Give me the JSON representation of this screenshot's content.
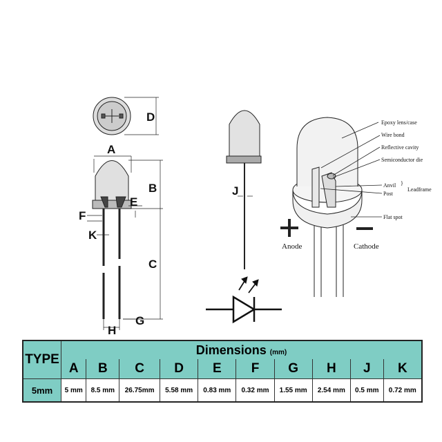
{
  "diagram": {
    "dimension_letters": {
      "A": "A",
      "B": "B",
      "C": "C",
      "D": "D",
      "E": "E",
      "F": "F",
      "G": "G",
      "H": "H",
      "J": "J",
      "K": "K"
    },
    "annotations": [
      "Epoxy lens/case",
      "Wire bond",
      "Reflective cavity",
      "Semiconductor die",
      "Anvil",
      "Post",
      "Leadframe",
      "Flat spot"
    ],
    "polarity": {
      "plus": "+",
      "minus": "−",
      "anode": "Anode",
      "cathode": "Cathode"
    }
  },
  "table": {
    "type_header": "TYPE",
    "dimensions_title": "Dimensions",
    "unit": "(mm)",
    "columns": [
      "A",
      "B",
      "C",
      "D",
      "E",
      "F",
      "G",
      "H",
      "J",
      "K"
    ],
    "rows": [
      {
        "type": "5mm",
        "values": [
          "5 mm",
          "8.5 mm",
          "26.75mm",
          "5.58 mm",
          "0.83 mm",
          "0.32 mm",
          "1.55 mm",
          "2.54 mm",
          "0.5 mm",
          "0.72 mm"
        ]
      }
    ]
  },
  "colors": {
    "header_bg": "#7fcdc4"
  }
}
